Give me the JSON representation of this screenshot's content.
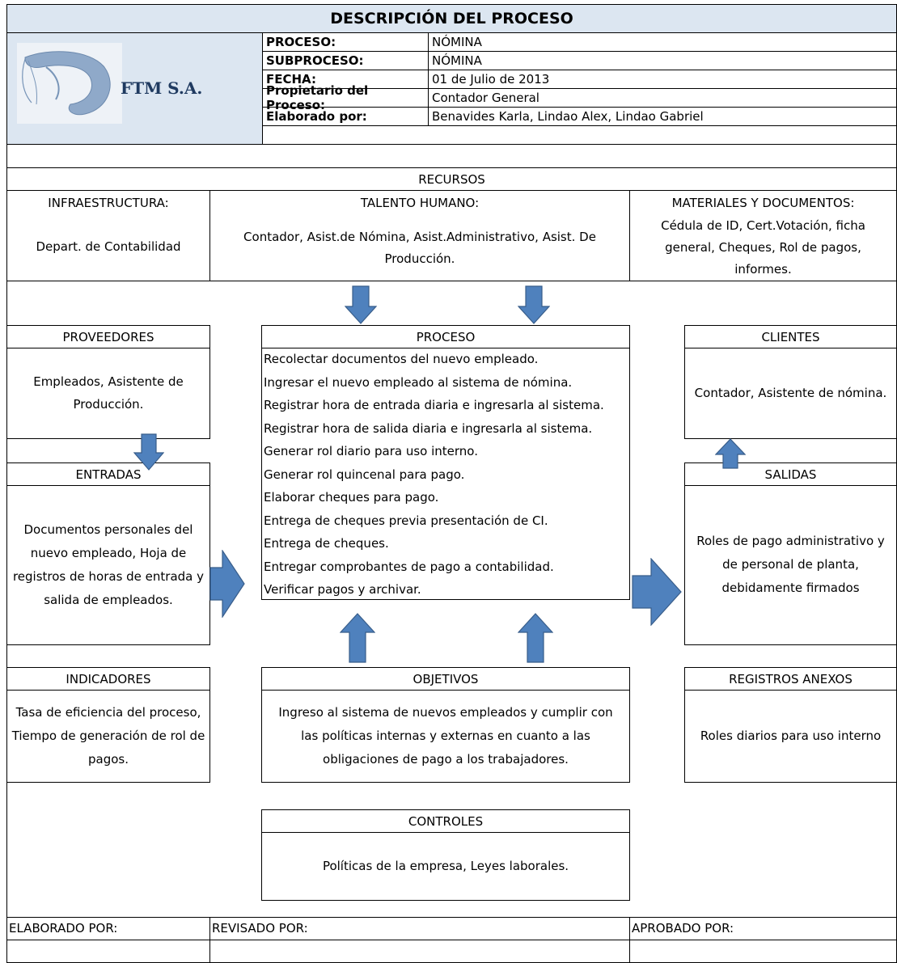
{
  "header": {
    "title": "DESCRIPCIÓN DEL PROCESO",
    "company": "FTM S.A.",
    "fields": [
      {
        "label": "PROCESO:",
        "value": "NÓMINA"
      },
      {
        "label": "SUBPROCESO:",
        "value": "NÓMINA"
      },
      {
        "label": "FECHA:",
        "value": "01 de Julio de 2013"
      },
      {
        "label": "Propietario del Proceso:",
        "value": "Contador General"
      },
      {
        "label": "Elaborado por:",
        "value": "Benavides Karla, Lindao Alex, Lindao Gabriel"
      }
    ]
  },
  "recursos": {
    "title": "RECURSOS",
    "infra_title": "INFRAESTRUCTURA:",
    "infra_body": "Depart. de Contabilidad",
    "talento_title": "TALENTO HUMANO:",
    "talento_body": "Contador, Asist.de Nómina, Asist.Administrativo, Asist. De Producción.",
    "materiales_title": "MATERIALES Y DOCUMENTOS:",
    "materiales_body": "Cédula de ID, Cert.Votación, ficha general, Cheques, Rol de pagos, informes."
  },
  "proveedores": {
    "title": "PROVEEDORES",
    "body": "Empleados, Asistente de Producción."
  },
  "entradas": {
    "title": "ENTRADAS",
    "body": "Documentos personales del nuevo empleado, Hoja de registros de horas de entrada y salida de empleados."
  },
  "proceso": {
    "title": "PROCESO",
    "steps": [
      "Recolectar documentos del nuevo empleado.",
      "Ingresar el nuevo empleado al sistema de nómina.",
      "Registrar hora de entrada diaria e ingresarla al sistema.",
      "Registrar hora de salida diaria e ingresarla al sistema.",
      "Generar rol diario para uso interno.",
      "Generar rol quincenal para pago.",
      "Elaborar cheques para pago.",
      "Entrega de cheques previa presentación de CI.",
      "Entrega de cheques.",
      "Entregar comprobantes de pago a contabilidad.",
      "Verificar pagos y archivar."
    ]
  },
  "clientes": {
    "title": "CLIENTES",
    "body": "Contador, Asistente de nómina."
  },
  "salidas": {
    "title": "SALIDAS",
    "body": "Roles de pago administrativo y de personal de planta, debidamente firmados"
  },
  "indicadores": {
    "title": "INDICADORES",
    "body": "Tasa de eficiencia del proceso, Tiempo de generación de rol de pagos."
  },
  "objetivos": {
    "title": "OBJETIVOS",
    "body": "Ingreso al sistema de nuevos empleados y cumplir con las políticas internas y externas en cuanto a las obligaciones de pago a los trabajadores."
  },
  "registros": {
    "title": "REGISTROS ANEXOS",
    "body": "Roles diarios para uso interno"
  },
  "controles": {
    "title": "CONTROLES",
    "body": "Políticas de la empresa, Leyes laborales."
  },
  "footer": {
    "elaborado": "ELABORADO POR:",
    "revisado": "REVISADO POR:",
    "aprobado": "APROBADO POR:"
  },
  "colors": {
    "header_bg": "#dce6f1",
    "arrow_fill": "#4f81bd",
    "arrow_stroke": "#385d8a"
  }
}
